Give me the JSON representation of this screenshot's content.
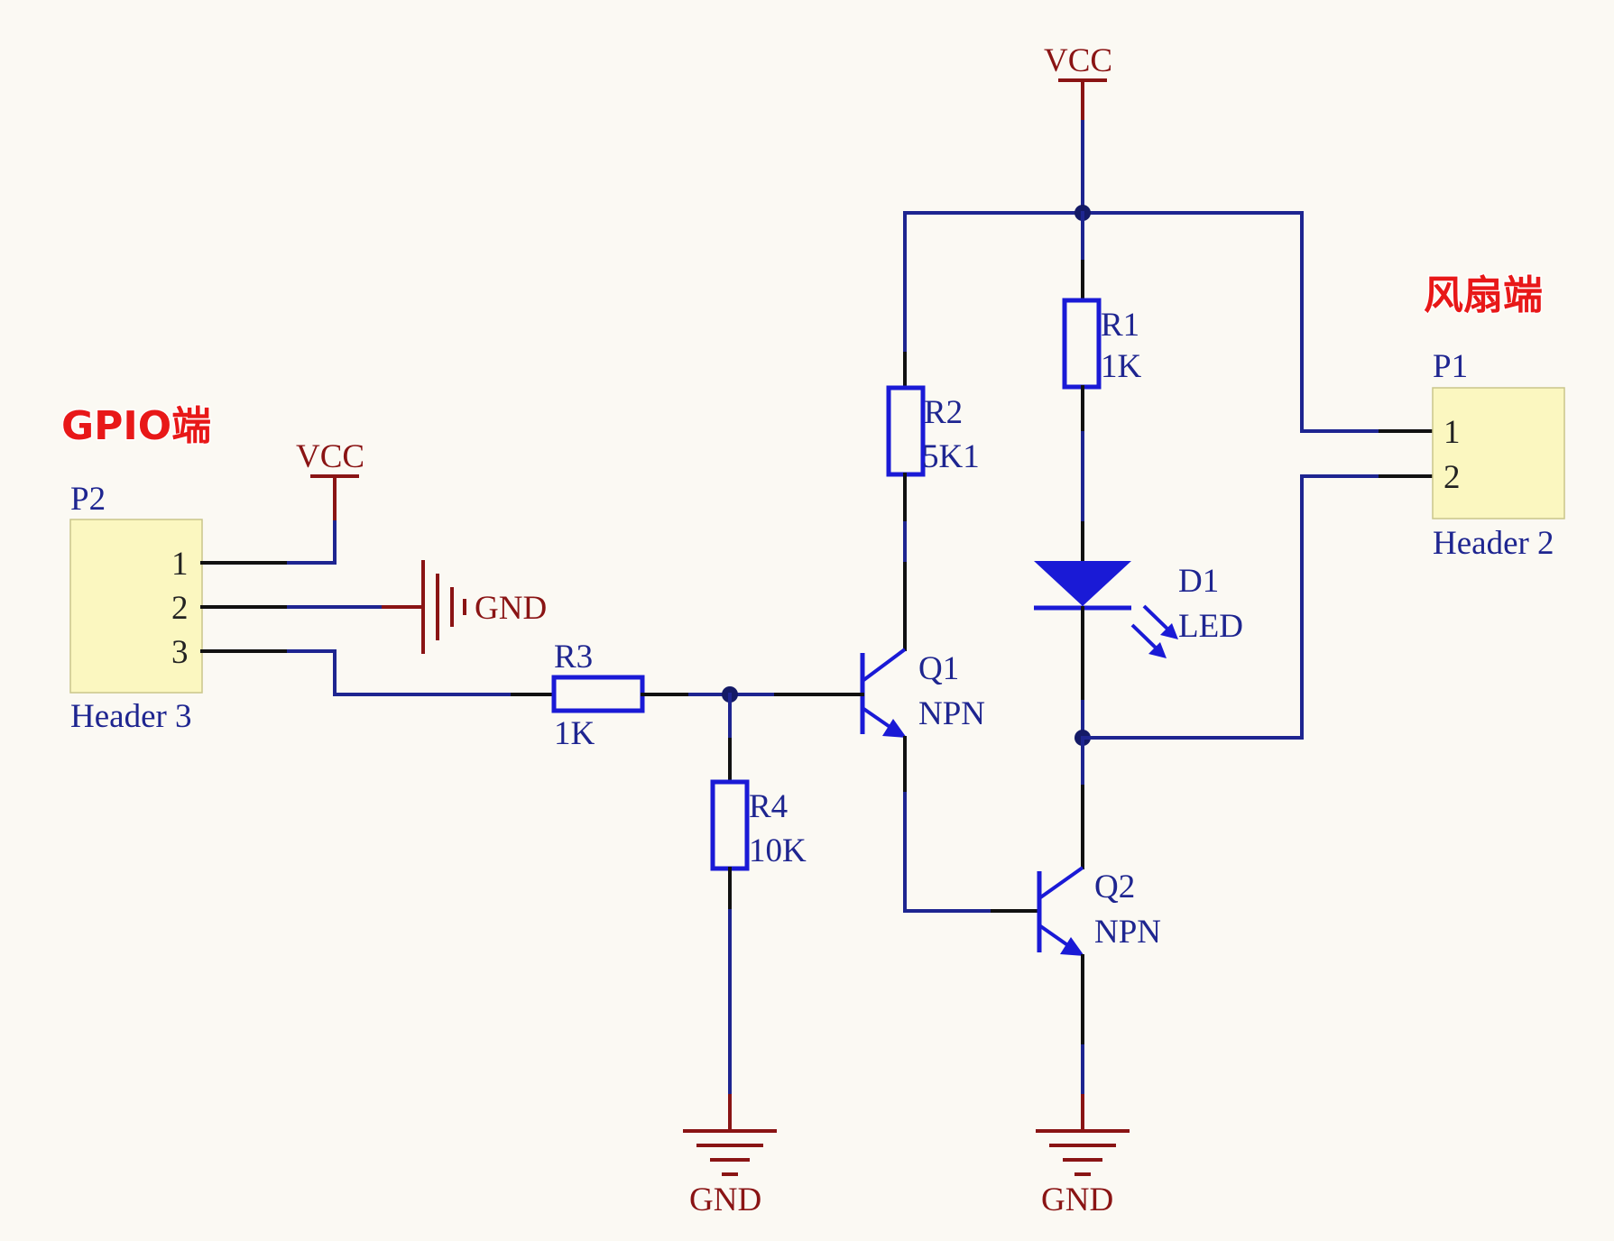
{
  "labels": {
    "vcc_top": "VCC",
    "vcc_left": "VCC",
    "gnd_header": "GND",
    "gnd_r4": "GND",
    "gnd_q2": "GND",
    "gpio_callout": "GPIO端",
    "fan_callout": "风扇端"
  },
  "headers": {
    "p2": {
      "ref": "P2",
      "name": "Header 3",
      "pins": [
        "1",
        "2",
        "3"
      ]
    },
    "p1": {
      "ref": "P1",
      "name": "Header 2",
      "pins": [
        "1",
        "2"
      ]
    }
  },
  "components": {
    "r1": {
      "ref": "R1",
      "value": "1K"
    },
    "r2": {
      "ref": "R2",
      "value": "5K1"
    },
    "r3": {
      "ref": "R3",
      "value": "1K"
    },
    "r4": {
      "ref": "R4",
      "value": "10K"
    },
    "d1": {
      "ref": "D1",
      "value": "LED"
    },
    "q1": {
      "ref": "Q1",
      "value": "NPN"
    },
    "q2": {
      "ref": "Q2",
      "value": "NPN"
    }
  },
  "colors": {
    "wire": "#1e2590",
    "pin": "#111111",
    "power": "#8a1414",
    "component": "#1a1ad6",
    "header_fill": "#fbf7c0",
    "callout": "#e81818"
  }
}
